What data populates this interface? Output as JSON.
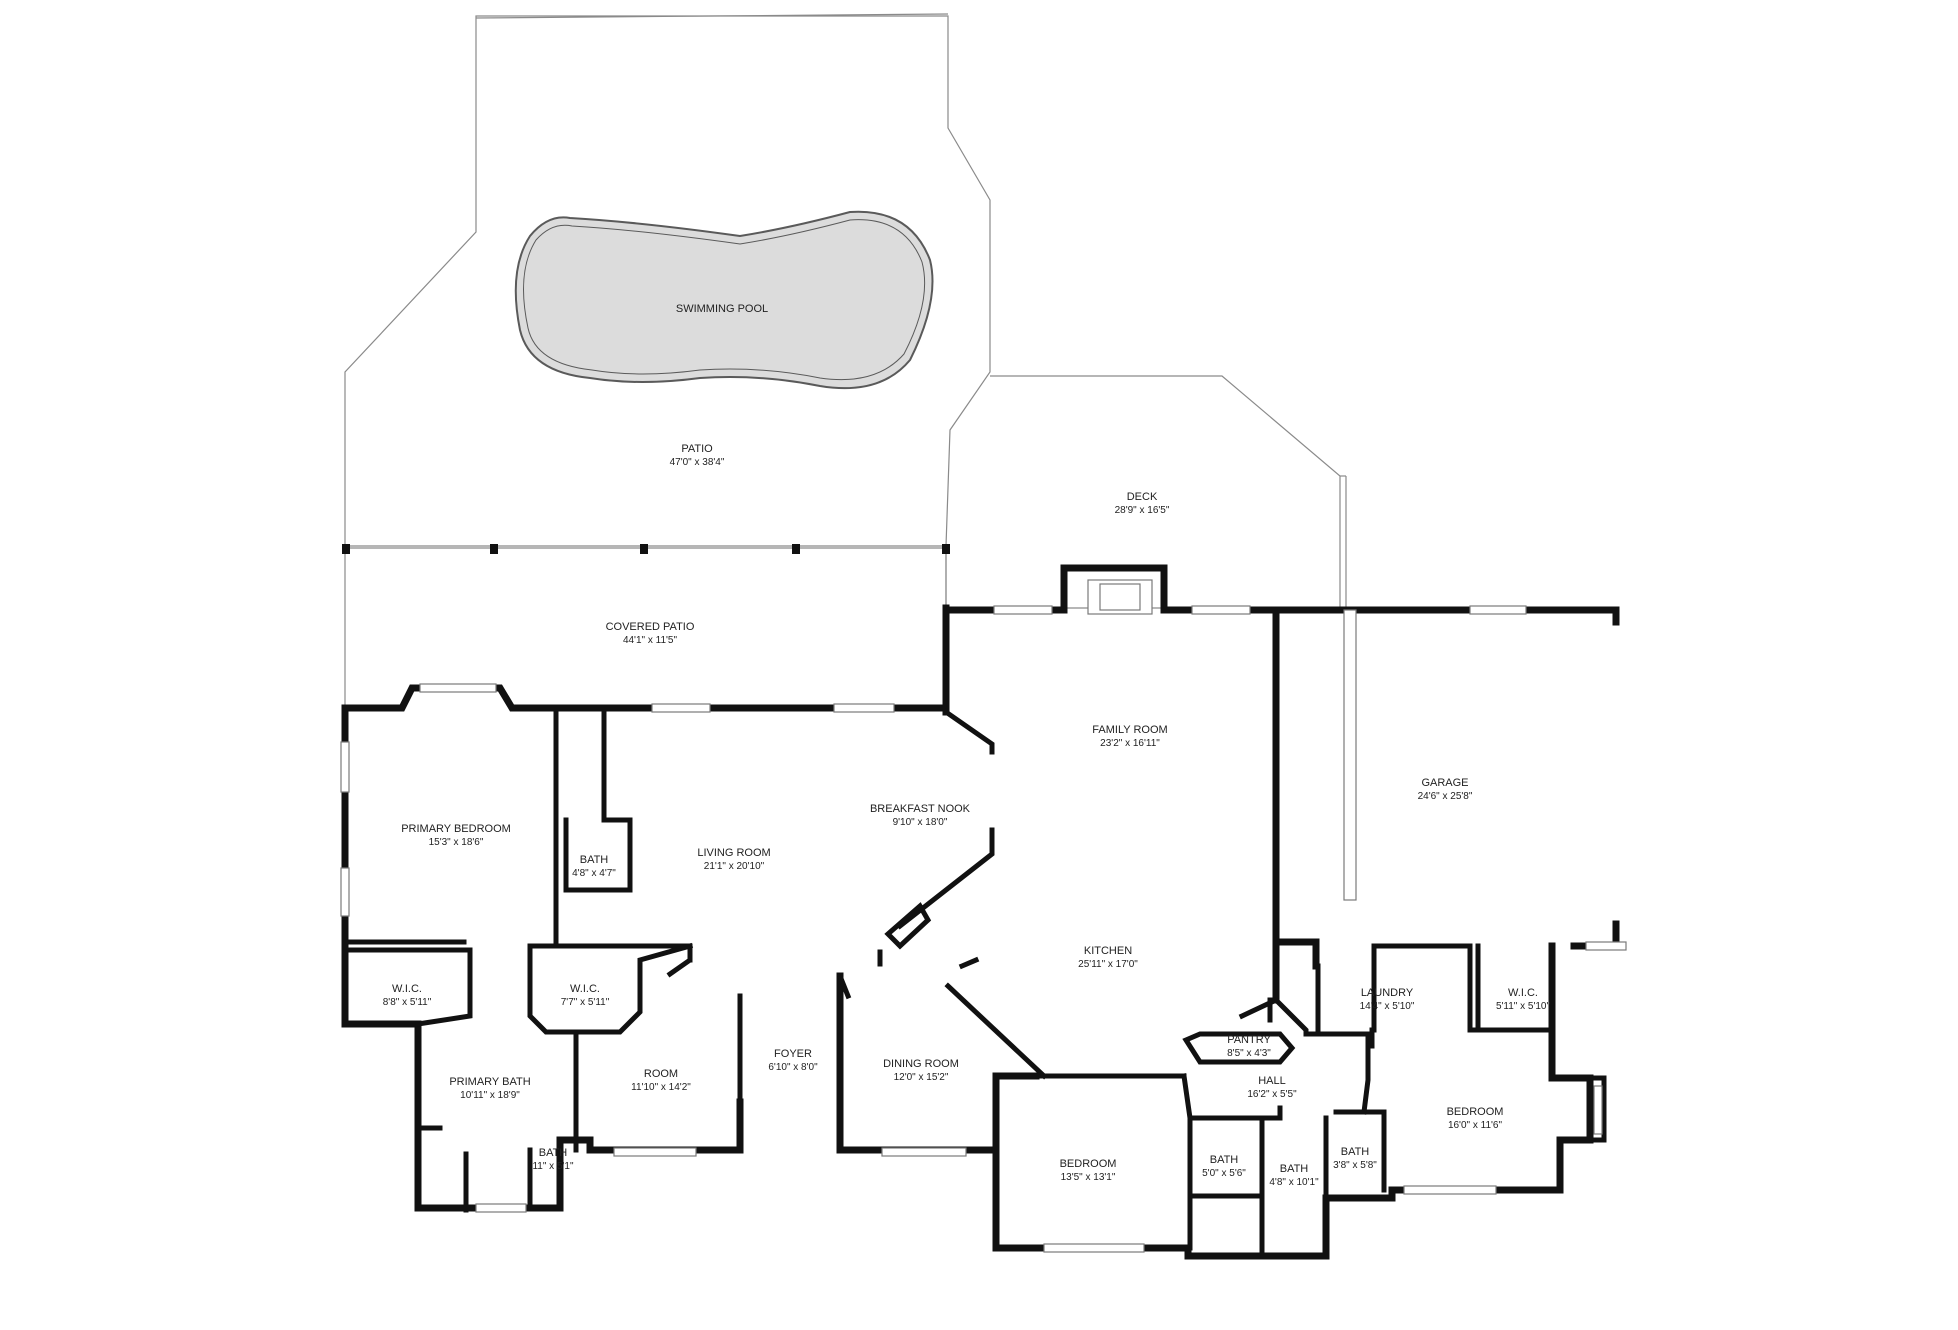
{
  "rooms": [
    {
      "id": "pool",
      "name": "SWIMMING POOL",
      "dim": ""
    },
    {
      "id": "patio",
      "name": "PATIO",
      "dim": "47'0\" x 38'4\""
    },
    {
      "id": "deck",
      "name": "DECK",
      "dim": "28'9\" x 16'5\""
    },
    {
      "id": "covered-patio",
      "name": "COVERED PATIO",
      "dim": "44'1\" x 11'5\""
    },
    {
      "id": "family-room",
      "name": "FAMILY ROOM",
      "dim": "23'2\" x 16'11\""
    },
    {
      "id": "garage",
      "name": "GARAGE",
      "dim": "24'6\" x 25'8\""
    },
    {
      "id": "primary-bedroom",
      "name": "PRIMARY BEDROOM",
      "dim": "15'3\" x 18'6\""
    },
    {
      "id": "breakfast-nook",
      "name": "BREAKFAST NOOK",
      "dim": "9'10\" x 18'0\""
    },
    {
      "id": "living-room",
      "name": "LIVING ROOM",
      "dim": "21'1\" x 20'10\""
    },
    {
      "id": "bath-1",
      "name": "BATH",
      "dim": "4'8\" x 4'7\""
    },
    {
      "id": "kitchen",
      "name": "KITCHEN",
      "dim": "25'11\" x 17'0\""
    },
    {
      "id": "wic-1",
      "name": "W.I.C.",
      "dim": "8'8\" x 5'11\""
    },
    {
      "id": "wic-2",
      "name": "W.I.C.",
      "dim": "7'7\" x 5'11\""
    },
    {
      "id": "laundry",
      "name": "LAUNDRY",
      "dim": "14'4\" x 5'10\""
    },
    {
      "id": "wic-3",
      "name": "W.I.C.",
      "dim": "5'11\" x 5'10\""
    },
    {
      "id": "pantry",
      "name": "PANTRY",
      "dim": "8'5\" x 4'3\""
    },
    {
      "id": "foyer",
      "name": "FOYER",
      "dim": "6'10\" x 8'0\""
    },
    {
      "id": "room",
      "name": "ROOM",
      "dim": "11'10\" x 14'2\""
    },
    {
      "id": "dining-room",
      "name": "DINING ROOM",
      "dim": "12'0\" x 15'2\""
    },
    {
      "id": "primary-bath",
      "name": "PRIMARY BATH",
      "dim": "10'11\" x 18'9\""
    },
    {
      "id": "hall",
      "name": "HALL",
      "dim": "16'2\" x 5'5\""
    },
    {
      "id": "bedroom-2",
      "name": "BEDROOM",
      "dim": "16'0\" x 11'6\""
    },
    {
      "id": "bath-2",
      "name": "BATH",
      "dim": "5'0\" x 5'6\""
    },
    {
      "id": "bath-3",
      "name": "BATH",
      "dim": "4'8\" x 10'1\""
    },
    {
      "id": "bath-4",
      "name": "BATH",
      "dim": "3'8\" x 5'8\""
    },
    {
      "id": "bedroom-1",
      "name": "BEDROOM",
      "dim": "13'5\" x 13'1\""
    },
    {
      "id": "bath-5",
      "name": "BATH",
      "dim": "11\" x 5'1\""
    }
  ]
}
